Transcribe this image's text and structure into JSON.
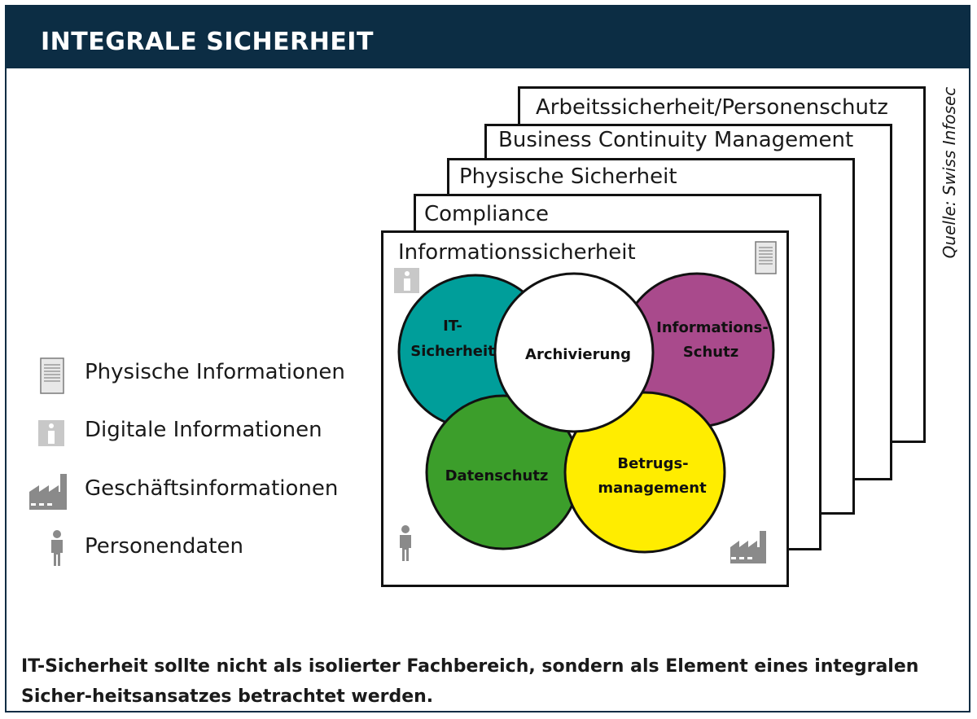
{
  "header": {
    "title": "INTEGRALE SICHERHEIT"
  },
  "layers": [
    "Arbeitssicherheit/Personenschutz",
    "Business Continuity Management",
    "Physische Sicherheit",
    "Compliance",
    "Informationssicherheit"
  ],
  "circles": {
    "it_sicherheit": {
      "line1": "IT-",
      "line2": "Sicherheit",
      "color": "#009e9a"
    },
    "archivierung": {
      "label": "Archivierung",
      "color": "#ffffff"
    },
    "informationsschutz": {
      "line1": "Informations-",
      "line2": "Schutz",
      "color": "#a94a8c"
    },
    "datenschutz": {
      "label": "Datenschutz",
      "color": "#3c9e2b"
    },
    "betrugsmanagement": {
      "line1": "Betrugs-",
      "line2": "management",
      "color": "#ffed00"
    }
  },
  "legend": [
    {
      "icon": "document-icon",
      "label": "Physische Informationen"
    },
    {
      "icon": "digital-info-icon",
      "label": "Digitale Informationen"
    },
    {
      "icon": "factory-icon",
      "label": "Geschäftsinformationen"
    },
    {
      "icon": "person-icon",
      "label": "Personendaten"
    }
  ],
  "source": "Quelle: Swiss Infosec",
  "caption": "IT-Sicherheit sollte nicht als isolierter Fachbereich, sondern als Element eines integralen Sicher-heitsansatzes betrachtet werden."
}
